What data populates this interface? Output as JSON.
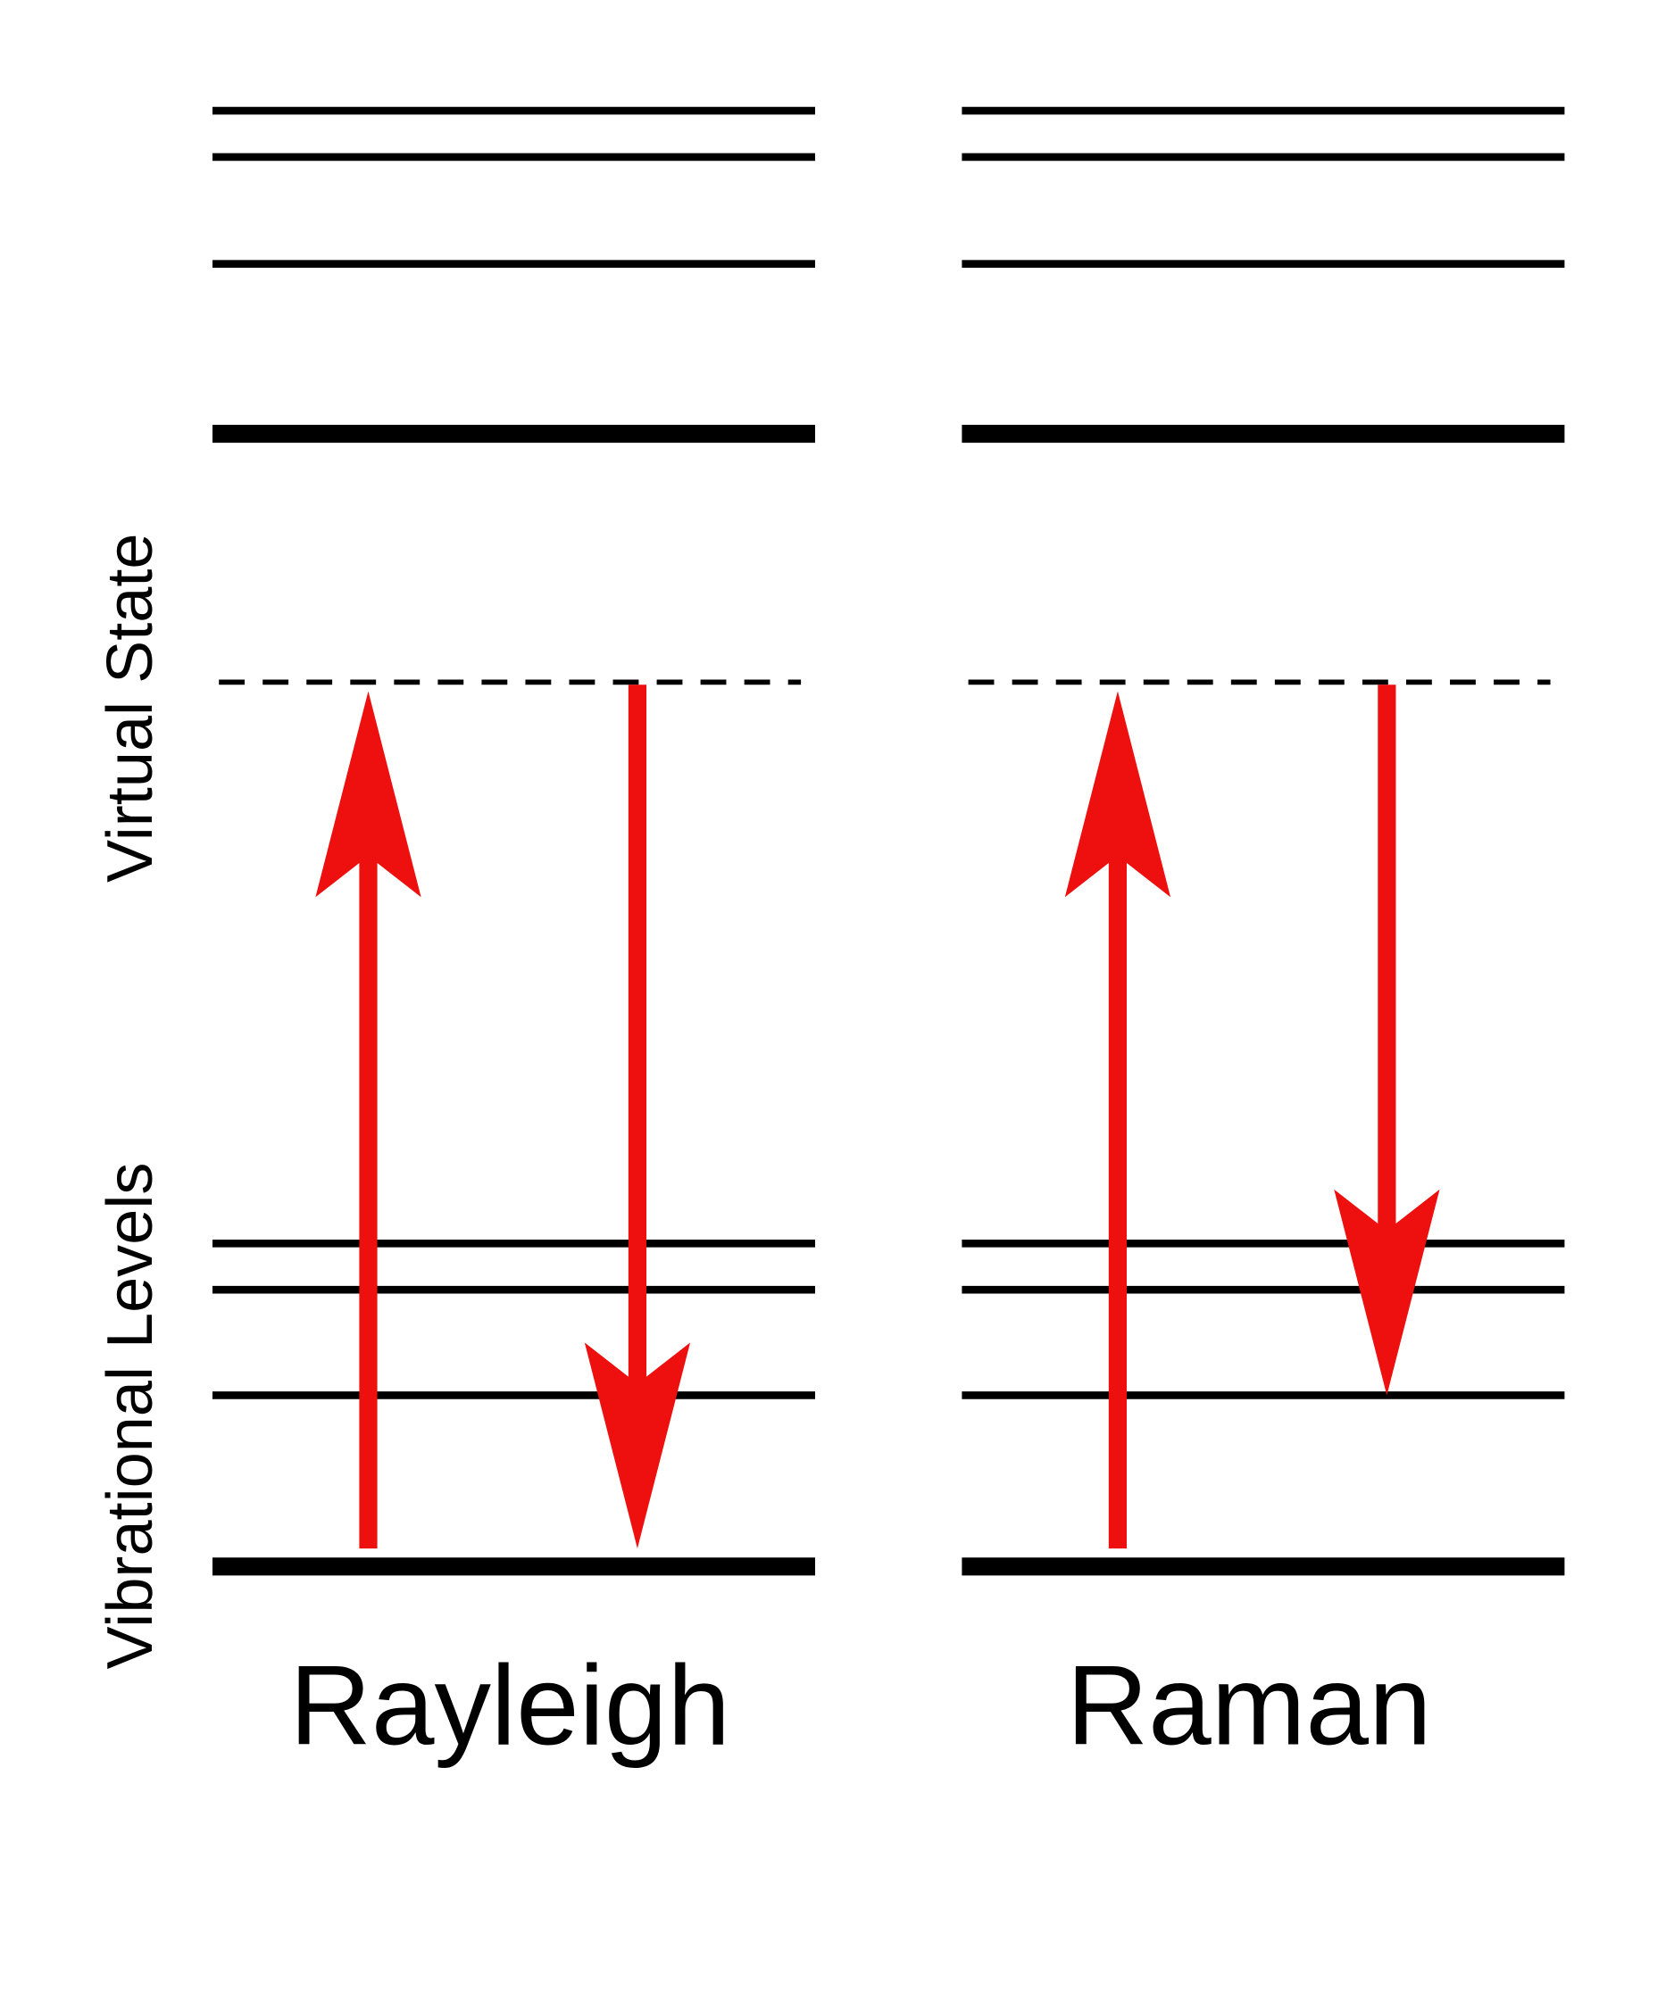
{
  "labels": {
    "virtual_state": "Virtual State",
    "vibrational_levels": "Vibrational Levels"
  },
  "panels": [
    {
      "title": "Rayleigh",
      "scattered_to_level": 0
    },
    {
      "title": "Raman",
      "scattered_to_level": 1
    }
  ],
  "colors": {
    "arrow": "#ee0f0f",
    "levels": "#000000"
  }
}
